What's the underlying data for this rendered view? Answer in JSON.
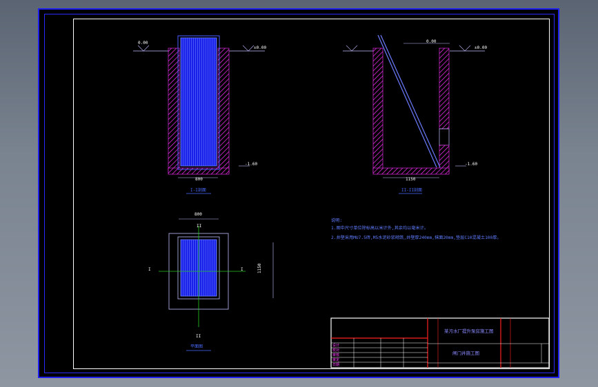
{
  "drawing": {
    "section_a": {
      "label": "I-I剖面",
      "level_top_left": "0.00",
      "level_top_right": "±0.00",
      "level_bottom": "-1.60",
      "width_dim": "800"
    },
    "section_b": {
      "label": "II-II剖面",
      "level_top_left": "0.00",
      "level_top_right": "±0.00",
      "level_bottom": "-1.60",
      "width_dim": "1150"
    },
    "plan": {
      "top_dim": "800",
      "right_dim": "1150",
      "cut_top": "II",
      "cut_left": "I",
      "cut_right": "I",
      "cut_bottom": "II",
      "label": "平面图"
    },
    "notes": {
      "heading": "说明:",
      "line1": "1.图中尺寸单位除标高以米计外,其余均以毫米计。",
      "line2": "2.井壁采用MU7.5砖,M5水泥砂浆砌筑,井壁厚240mm,抹面20mm,垫层C10混凝土100厚。"
    }
  },
  "title_block": {
    "project_title": "某污水厂提升泵房施工图",
    "drawing_title": "闸门井施工图",
    "rows": [
      "设计",
      "校对",
      "审核",
      "审定",
      "日期"
    ]
  },
  "colors": {
    "frame": "#1e1ef0",
    "wall_hatch": "#ff30ff",
    "gate": "#1a2cff",
    "border": "#ffffff"
  }
}
